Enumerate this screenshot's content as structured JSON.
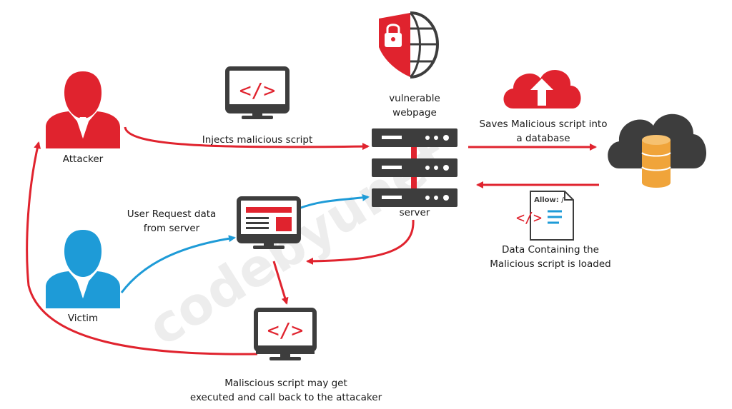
{
  "labels": {
    "attacker": "Attacker",
    "victim": "Victim",
    "injects": "Injects malicious script",
    "vulnerable_line1": "vulnerable",
    "vulnerable_line2": "webpage",
    "server": "server",
    "saves_line1": "Saves Malicious script into",
    "saves_line2": "a database",
    "user_request_line1": "User Request data",
    "user_request_line2": "from server",
    "data_line1": "Data Containing the",
    "data_line2": "Malicious script is loaded",
    "maliscious_line1": "Maliscious script may get",
    "maliscious_line2": "executed and call back to the attacaker",
    "allow": "Allow: /",
    "watermark": "codebyunet"
  },
  "colors": {
    "red": "#e0232e",
    "blue": "#1e9bd7",
    "dark": "#3d3d3d",
    "orange": "#f0a43a"
  },
  "icons": [
    "attacker-person-icon",
    "victim-person-icon",
    "code-monitor-icon",
    "shield-globe-icon",
    "server-rack-icon",
    "cloud-upload-icon",
    "cloud-database-icon",
    "code-document-icon",
    "webpage-monitor-icon",
    "callback-code-monitor-icon"
  ]
}
